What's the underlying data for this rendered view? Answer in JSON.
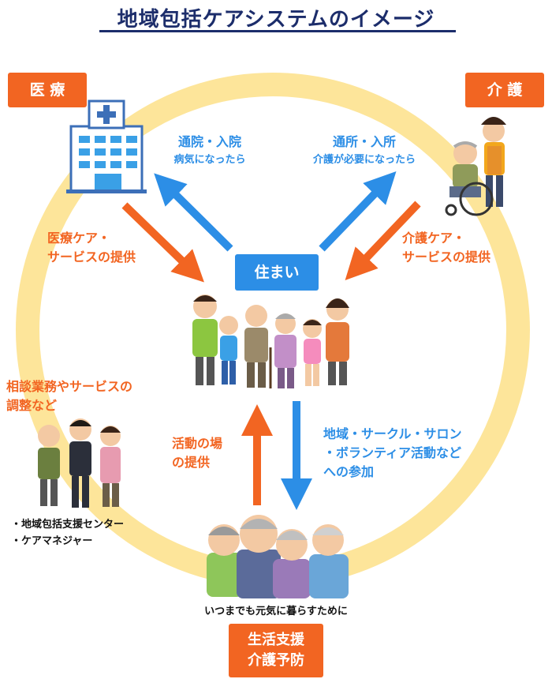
{
  "title": "地域包括ケアシステムのイメージ",
  "colors": {
    "orange": "#f26522",
    "blue": "#2c8ee6",
    "ring": "#fde59a",
    "title": "#1c2d6b"
  },
  "boxes": {
    "medical": "医 療",
    "care": "介 護",
    "home": "住まい",
    "living_support": [
      "生活支援",
      "介護予防"
    ]
  },
  "arrows": {
    "to_hospital": [
      "通院・入院",
      "病気になったら"
    ],
    "to_facility": [
      "通所・入所",
      "介護が必要になったら"
    ],
    "medical_service": [
      "医療ケア・",
      "サービスの提供"
    ],
    "care_service": [
      "介護ケア・",
      "サービスの提供"
    ],
    "activity_place": [
      "活動の場",
      "の提供"
    ],
    "community": [
      "地域・サークル・サロン",
      "・ボランティア活動など",
      "への参加"
    ]
  },
  "consultation": {
    "heading": [
      "相談業務やサービスの",
      "調整など"
    ],
    "list": [
      "・地域包括支援センター",
      "・ケアマネジャー"
    ]
  },
  "caption_bottom": "いつまでも元気に暮らすために",
  "icons": [
    "hospital-icon",
    "wheelchair-caregiver-icon",
    "family-icon",
    "consultant-staff-icon",
    "elderly-group-icon"
  ]
}
